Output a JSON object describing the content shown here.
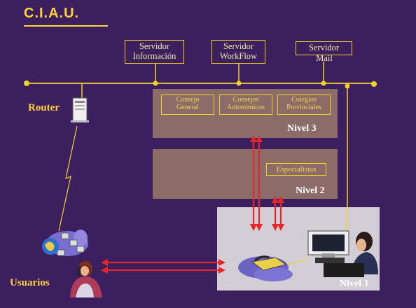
{
  "title": "C.I.A.U.",
  "servers": [
    {
      "line1": "Servidor",
      "line2": "Información"
    },
    {
      "line1": "Servidor",
      "line2": "WorkFlow"
    },
    {
      "line1": "Servidor",
      "line2": "Mail"
    }
  ],
  "levels": {
    "n3": {
      "label": "Nivel 3",
      "boxes": [
        {
          "line1": "Consejo",
          "line2": "General"
        },
        {
          "line1": "Consejos",
          "line2": "Autonómicos"
        },
        {
          "line1": "Colegios",
          "line2": "Provinciales"
        }
      ]
    },
    "n2": {
      "label": "Nivel 2",
      "box": "Especialistas"
    },
    "n1": {
      "label": "Nivel 1"
    }
  },
  "labels": {
    "router": "Router",
    "usuarios": "Usuarios"
  },
  "colors": {
    "background": "#3c1f5e",
    "accent": "#ffd23a",
    "arrow": "#e8262a",
    "panel_dark": "#8c6c68",
    "panel_light": "#d3ced6"
  }
}
